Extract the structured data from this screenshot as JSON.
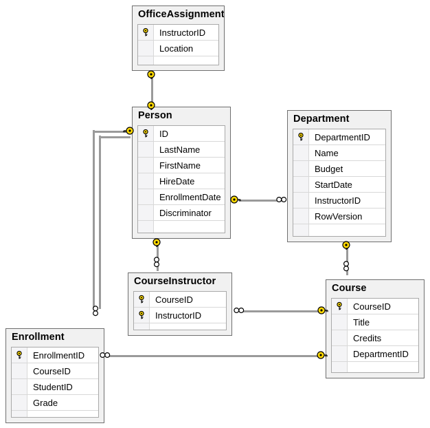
{
  "diagram": {
    "title": "Database Schema Diagram",
    "background_color": "#ffffff",
    "entity_fill": "#f1f1f1",
    "entity_border": "#6e6e6e",
    "grid_fill": "#ffffff",
    "key_color": "#ffd900",
    "connector_color": "#9a9a9a"
  },
  "entities": [
    {
      "name": "OfficeAssignment",
      "title": "OfficeAssignment",
      "title_clipped": "OfficeAssignme",
      "columns": [
        {
          "name": "InstructorID",
          "key": true
        },
        {
          "name": "Location",
          "key": false
        }
      ]
    },
    {
      "name": "Person",
      "title": "Person",
      "columns": [
        {
          "name": "ID",
          "key": true
        },
        {
          "name": "LastName",
          "key": false
        },
        {
          "name": "FirstName",
          "key": false
        },
        {
          "name": "HireDate",
          "key": false
        },
        {
          "name": "EnrollmentDate",
          "key": false
        },
        {
          "name": "Discriminator",
          "key": false
        }
      ]
    },
    {
      "name": "Department",
      "title": "Department",
      "columns": [
        {
          "name": "DepartmentID",
          "key": true
        },
        {
          "name": "Name",
          "key": false
        },
        {
          "name": "Budget",
          "key": false
        },
        {
          "name": "StartDate",
          "key": false
        },
        {
          "name": "InstructorID",
          "key": false
        },
        {
          "name": "RowVersion",
          "key": false
        }
      ]
    },
    {
      "name": "CourseInstructor",
      "title": "CourseInstructor",
      "columns": [
        {
          "name": "CourseID",
          "key": true
        },
        {
          "name": "InstructorID",
          "key": true
        }
      ]
    },
    {
      "name": "Course",
      "title": "Course",
      "columns": [
        {
          "name": "CourseID",
          "key": true
        },
        {
          "name": "Title",
          "key": false
        },
        {
          "name": "Credits",
          "key": false
        },
        {
          "name": "DepartmentID",
          "key": false
        }
      ]
    },
    {
      "name": "Enrollment",
      "title": "Enrollment",
      "columns": [
        {
          "name": "EnrollmentID",
          "key": true
        },
        {
          "name": "CourseID",
          "key": false
        },
        {
          "name": "StudentID",
          "key": false
        },
        {
          "name": "Grade",
          "key": false
        }
      ]
    }
  ],
  "relationships": [
    {
      "name": "person-officeassignment",
      "from": "Person",
      "to": "OfficeAssignment",
      "from_cardinality": "one",
      "to_cardinality": "one"
    },
    {
      "name": "person-department",
      "from": "Person",
      "to": "Department",
      "from_cardinality": "one",
      "to_cardinality": "many"
    },
    {
      "name": "person-courseinstructor",
      "from": "Person",
      "to": "CourseInstructor",
      "from_cardinality": "one",
      "to_cardinality": "many"
    },
    {
      "name": "person-enrollment",
      "from": "Person",
      "to": "Enrollment",
      "from_cardinality": "one",
      "to_cardinality": "many"
    },
    {
      "name": "department-course",
      "from": "Department",
      "to": "Course",
      "from_cardinality": "one",
      "to_cardinality": "many"
    },
    {
      "name": "course-courseinstructor",
      "from": "Course",
      "to": "CourseInstructor",
      "from_cardinality": "one",
      "to_cardinality": "many"
    },
    {
      "name": "course-enrollment",
      "from": "Course",
      "to": "Enrollment",
      "from_cardinality": "one",
      "to_cardinality": "many"
    }
  ]
}
